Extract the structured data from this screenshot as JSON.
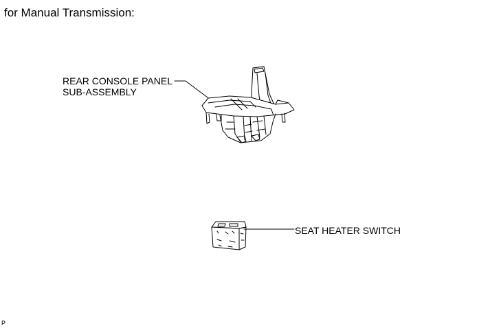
{
  "heading": "for Manual Transmission:",
  "parts": {
    "rear_console": {
      "label_line1": "REAR CONSOLE PANEL",
      "label_line2": "SUB-ASSEMBLY",
      "icon": "rear-console-panel-drawing"
    },
    "seat_heater_switch": {
      "label": "SEAT HEATER SWITCH",
      "icon": "seat-heater-switch-drawing"
    }
  },
  "corner_code": "P"
}
